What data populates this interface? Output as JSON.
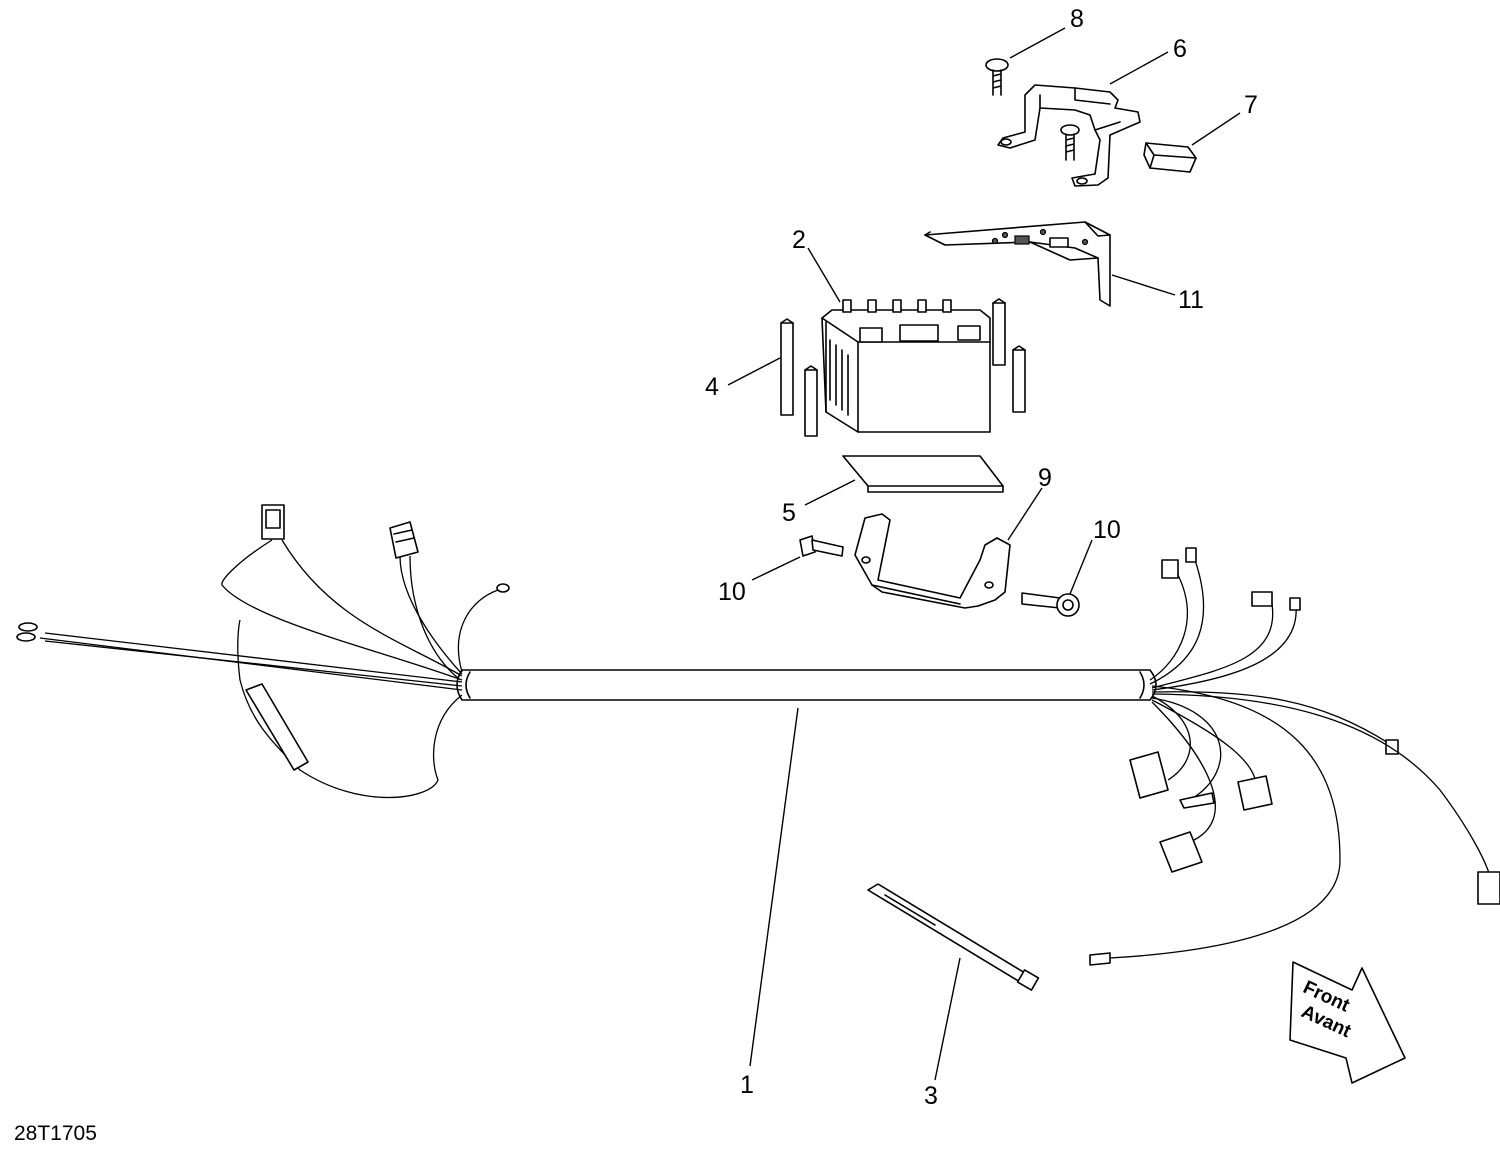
{
  "figure_code": "28T1705",
  "direction_arrow": {
    "line1": "Front",
    "line2": "Avant"
  },
  "callouts": [
    {
      "id": "c1",
      "label": "1"
    },
    {
      "id": "c2",
      "label": "2"
    },
    {
      "id": "c3",
      "label": "3"
    },
    {
      "id": "c4",
      "label": "4"
    },
    {
      "id": "c5",
      "label": "5"
    },
    {
      "id": "c6",
      "label": "6"
    },
    {
      "id": "c7",
      "label": "7"
    },
    {
      "id": "c8",
      "label": "8"
    },
    {
      "id": "c9",
      "label": "9"
    },
    {
      "id": "c10a",
      "label": "10"
    },
    {
      "id": "c10b",
      "label": "10"
    },
    {
      "id": "c11",
      "label": "11"
    }
  ]
}
